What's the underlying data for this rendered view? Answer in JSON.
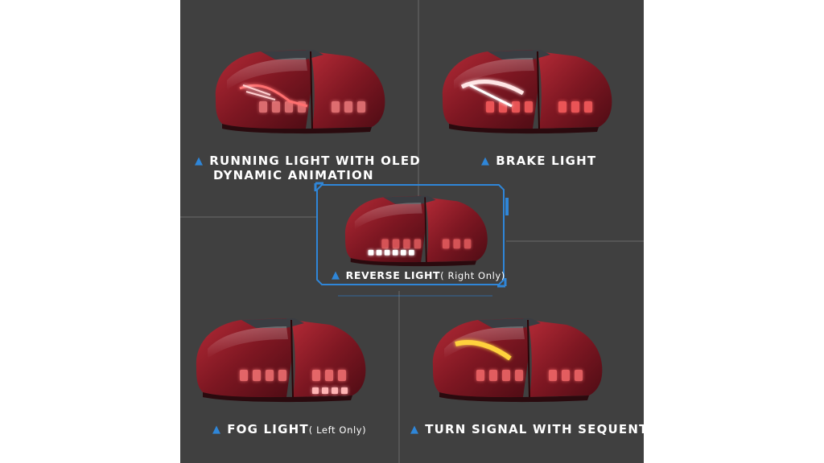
{
  "captions": {
    "running": {
      "line1": "RUNNING LIGHT WITH OLED",
      "line2": "DYNAMIC ANIMATION"
    },
    "brake": {
      "text": "BRAKE LIGHT"
    },
    "reverse": {
      "text": "REVERSE LIGHT",
      "note": "( Right Only)"
    },
    "fog": {
      "text": "FOG LIGHT",
      "note": "( Left Only)"
    },
    "turn": {
      "text": "TURN SIGNAL WITH SEQUENTIAL"
    }
  },
  "icons": {
    "caption_marker": "chevron-up-icon"
  },
  "colors": {
    "background": "#404040",
    "frame_accent": "#2f86d8",
    "lamp_body": "#8e1d2a",
    "led_red": "#ff5a5a",
    "led_amber": "#ffd23c",
    "led_white": "#ffffff"
  }
}
